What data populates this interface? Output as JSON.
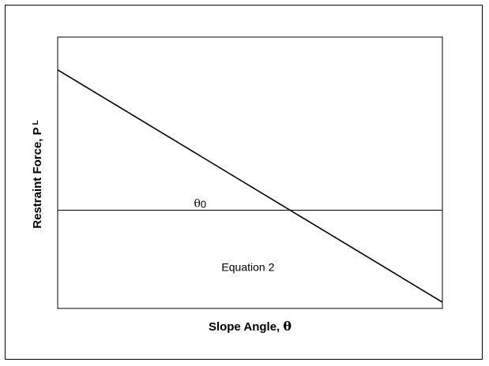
{
  "chart_data": {
    "type": "line",
    "title": "",
    "xlabel": "Slope Angle, ",
    "xlabel_symbol": "θ",
    "ylabel": "Restraint Force, P",
    "ylabel_subscript": "L",
    "x_ticks": false,
    "y_ticks": false,
    "grid": false,
    "series": [
      {
        "x": [
          0,
          1
        ],
        "y": [
          0.9,
          -0.59
        ]
      }
    ],
    "reference_line": {
      "y": 0
    },
    "annotations": [
      {
        "text": "θ",
        "subscript": "0",
        "x": 0.35,
        "y": 0.0
      },
      {
        "text": "Equation 2",
        "x": 0.43,
        "y": -0.39
      }
    ],
    "xlim": [
      0,
      1
    ],
    "ylim": [
      -0.63,
      1.11
    ]
  }
}
